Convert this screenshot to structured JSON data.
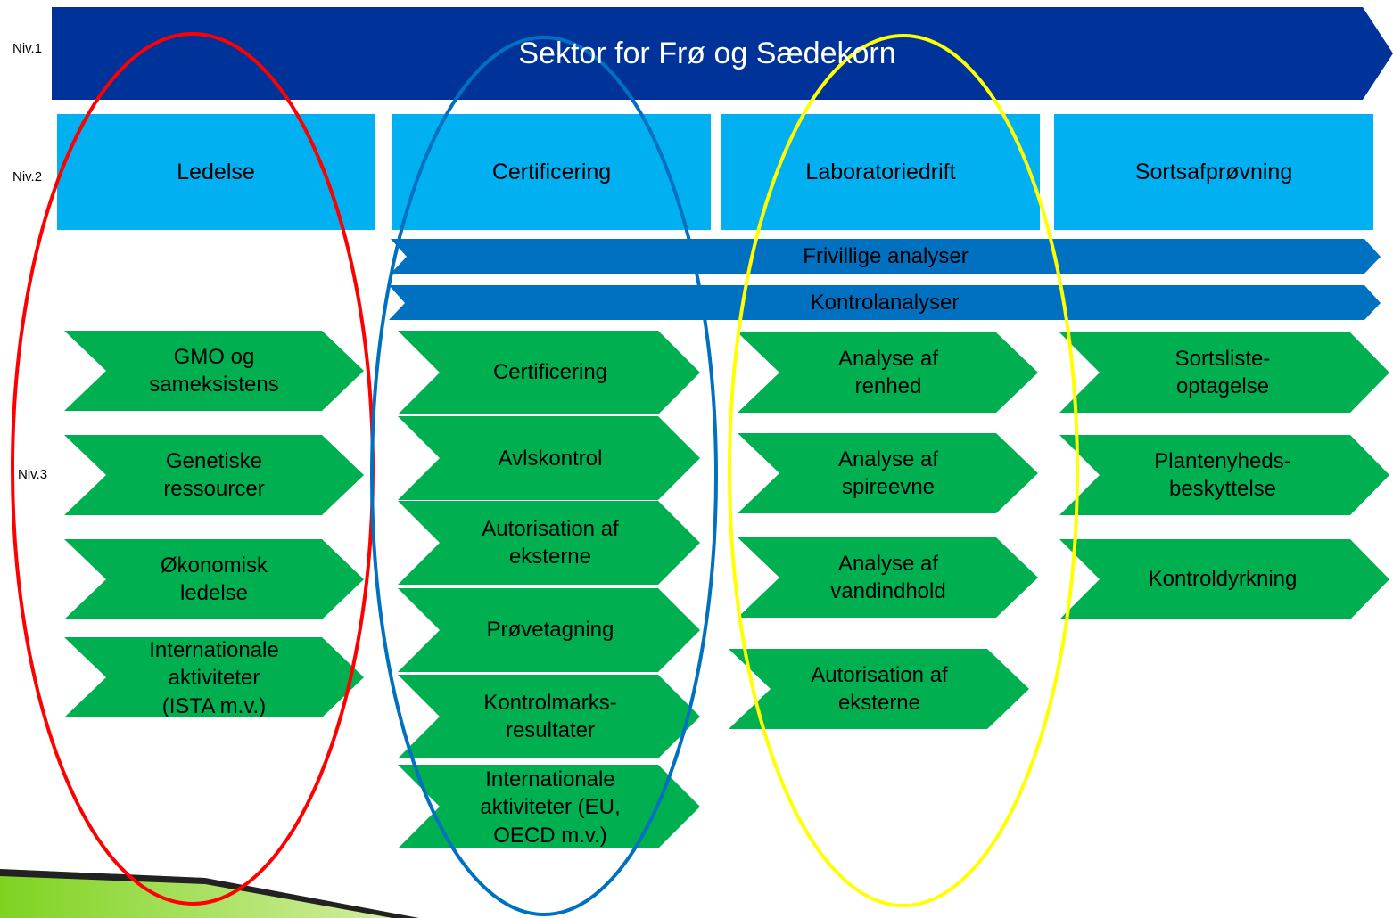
{
  "levels": {
    "niv1": "Niv.1",
    "niv2": "Niv.2",
    "niv3": "Niv.3"
  },
  "banner": {
    "title": "Sektor for Frø og Sædekorn"
  },
  "categories": [
    "Ledelse",
    "Certificering",
    "Laboratoriedrift",
    "Sortsafprøvning"
  ],
  "bars": [
    "Frivillige analyser",
    "Kontrolanalyser"
  ],
  "columns": {
    "ledelse": [
      "GMO og\nsameksistens",
      "Genetiske\nressourcer",
      "Økonomisk\nledelse",
      "Internationale\naktiviteter\n(ISTA m.v.)"
    ],
    "certificering": [
      "Certificering",
      "Avlskontrol",
      "Autorisation af\neksterne",
      "Prøvetagning",
      "Kontrolmarks-\nresultater",
      "Internationale\naktiviteter (EU,\nOECD m.v.)"
    ],
    "laboratoriedrift": [
      "Analyse af\nrenhed",
      "Analyse af\nspireevne",
      "Analyse af\nvandindhold",
      "Autorisation af\neksterne"
    ],
    "sortsafproevning": [
      "Sortsliste-\noptagelse",
      "Plantenyheds-\nbeskyttelse",
      "Kontroldyrkning"
    ]
  },
  "colors": {
    "banner": "#003399",
    "category": "#00B0F0",
    "bar": "#0070C0",
    "chevron": "#00B050",
    "ellipse_ledelse": "#FF0000",
    "ellipse_certificering": "#0070C0",
    "ellipse_laboratoriedrift": "#FFFF00"
  }
}
